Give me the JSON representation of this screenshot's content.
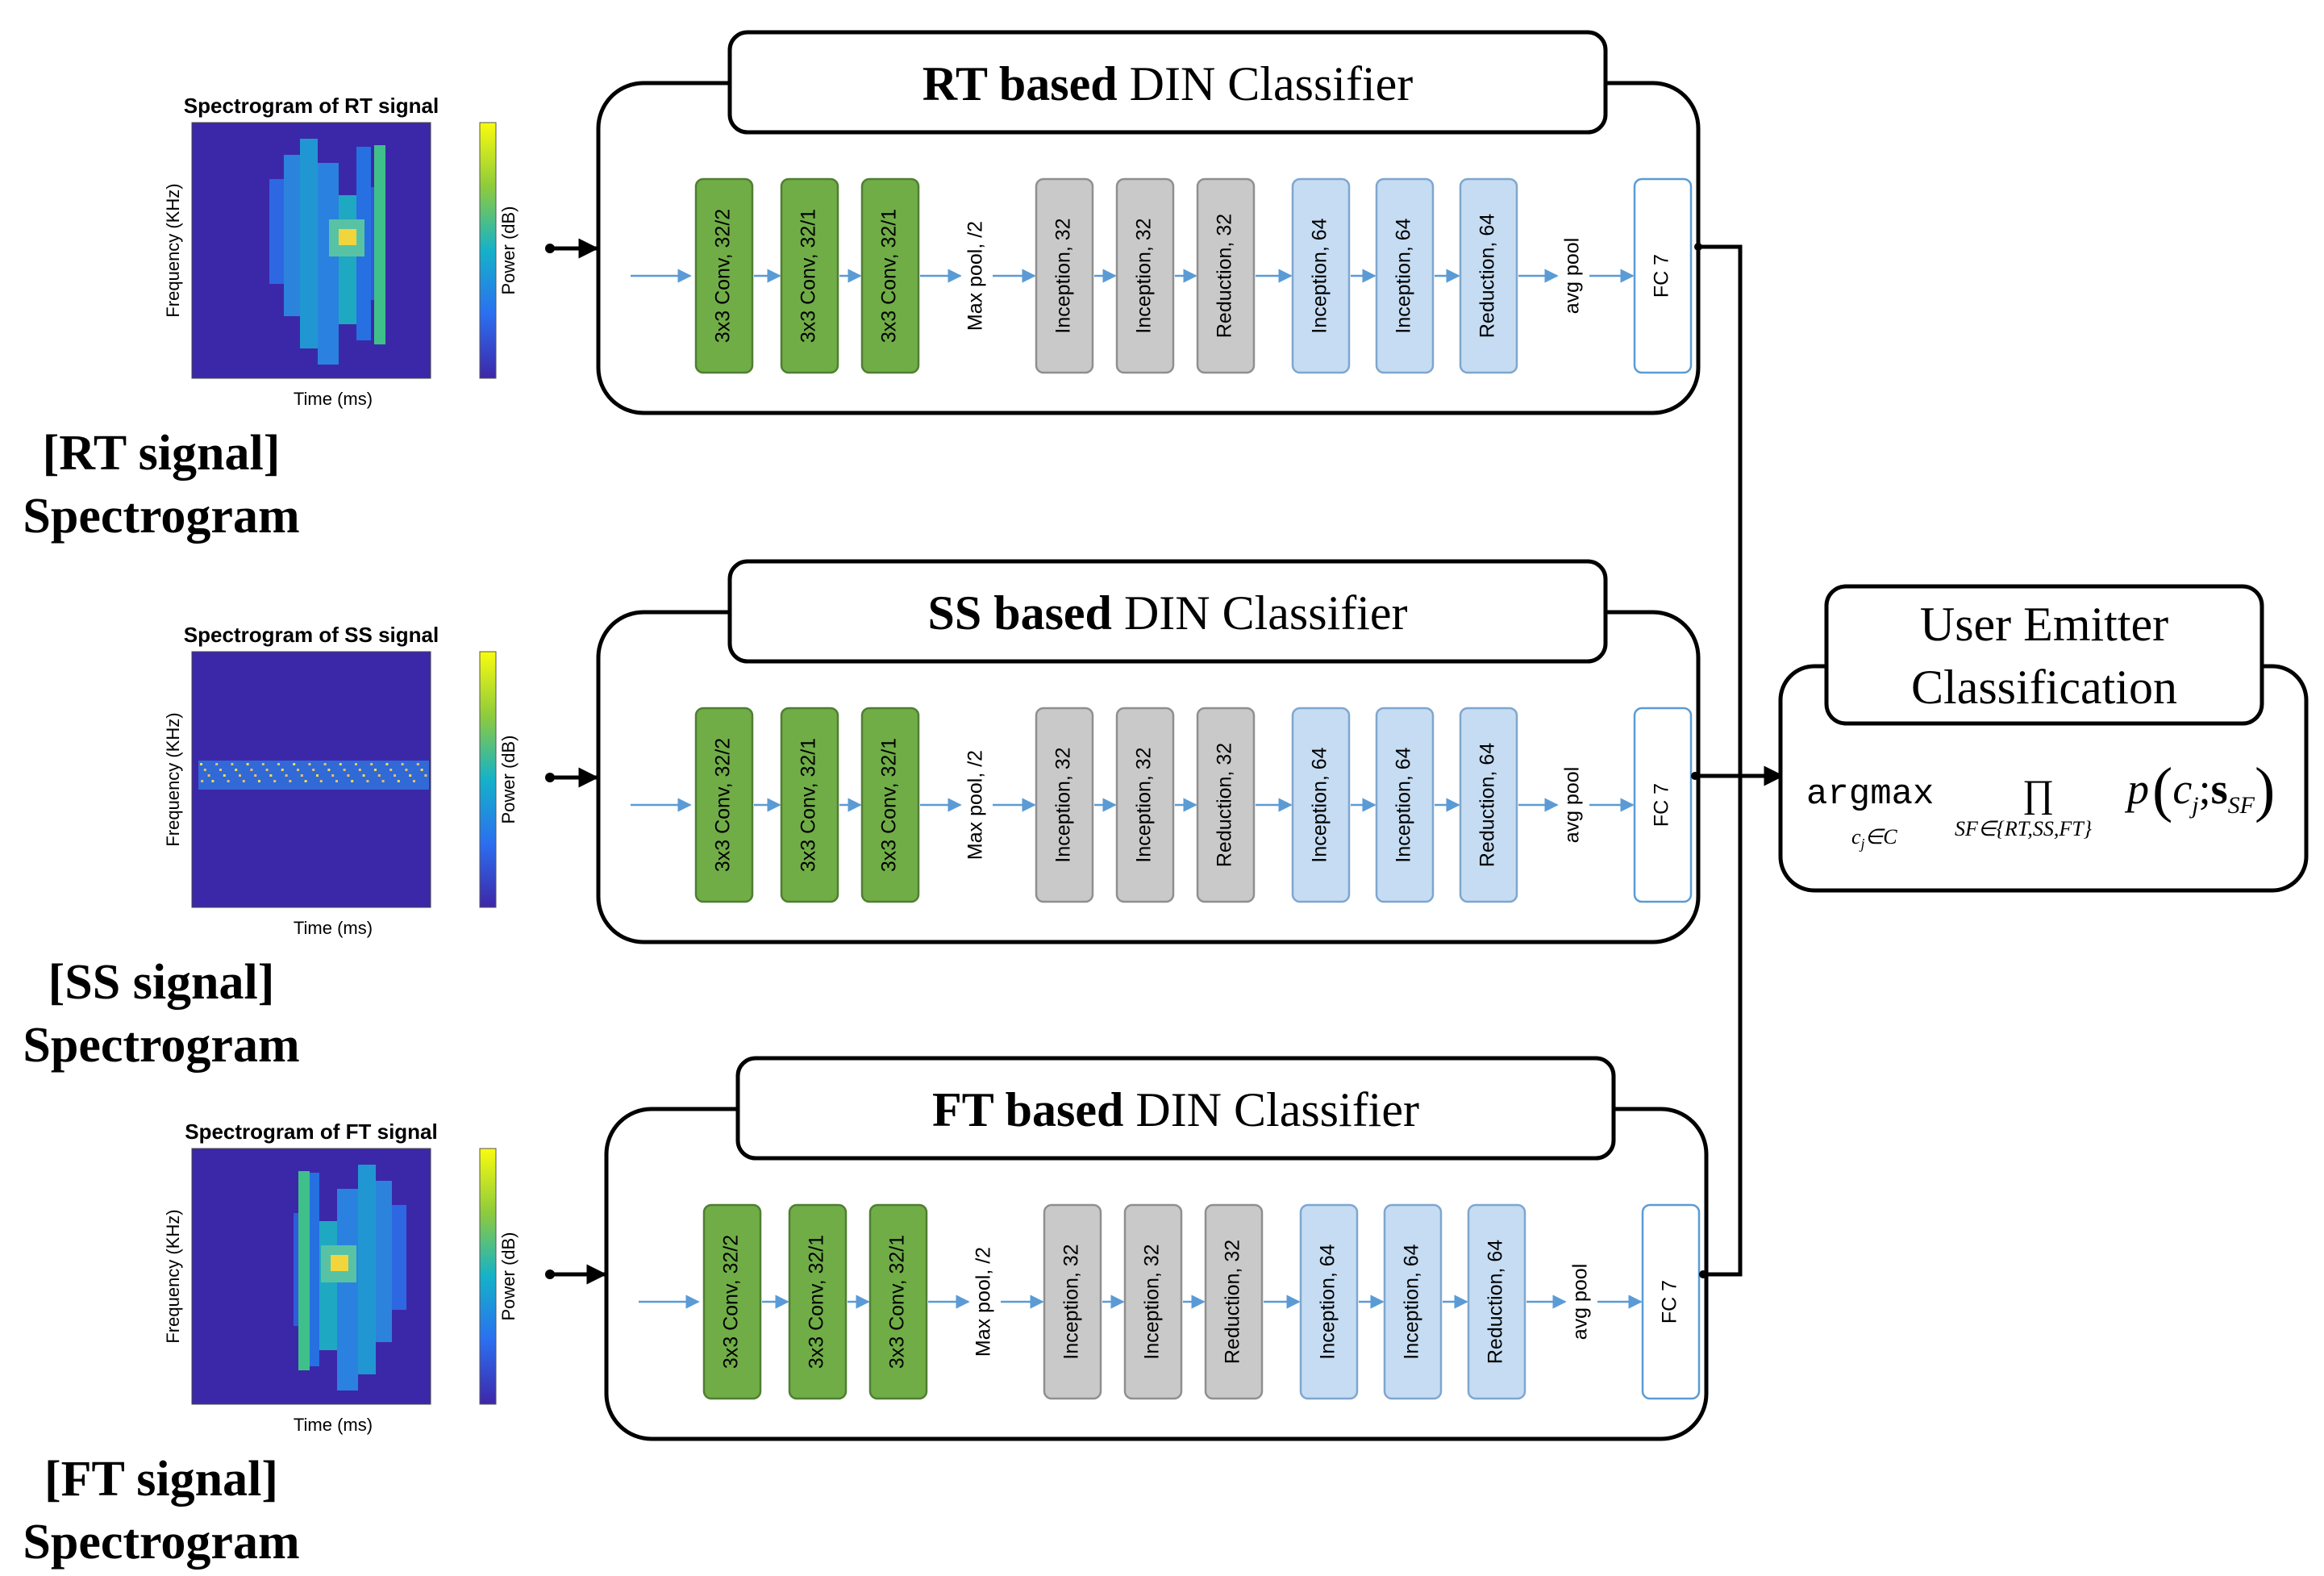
{
  "rows": [
    {
      "key": "rt",
      "spectrogram": {
        "title": "Spectrogram of RT signal",
        "ylabel": "Frequency (KHz)",
        "xlabel": "Time (ms)",
        "colorbar_label": "Power (dB)",
        "pattern": "rt"
      },
      "caption": {
        "line1": "[RT signal]",
        "line2": "Spectrogram"
      },
      "classifier": {
        "title_bold": "RT based",
        "title_rest": " DIN Classifier"
      }
    },
    {
      "key": "ss",
      "spectrogram": {
        "title": "Spectrogram of SS signal",
        "ylabel": "Frequency (KHz)",
        "xlabel": "Time (ms)",
        "colorbar_label": "Power (dB)",
        "pattern": "ss"
      },
      "caption": {
        "line1": "[SS signal]",
        "line2": "Spectrogram"
      },
      "classifier": {
        "title_bold": "SS based",
        "title_rest": " DIN Classifier"
      }
    },
    {
      "key": "ft",
      "spectrogram": {
        "title": "Spectrogram of FT signal",
        "ylabel": "Frequency (KHz)",
        "xlabel": "Time (ms)",
        "colorbar_label": "Power (dB)",
        "pattern": "ft"
      },
      "caption": {
        "line1": "[FT signal]",
        "line2": "Spectrogram"
      },
      "classifier": {
        "title_bold": "FT based",
        "title_rest": " DIN Classifier"
      }
    }
  ],
  "layers": [
    {
      "label": "3x3 Conv, 32/2",
      "kind": "conv"
    },
    {
      "label": "3x3 Conv, 32/1",
      "kind": "conv"
    },
    {
      "label": "3x3 Conv, 32/1",
      "kind": "conv"
    },
    {
      "label": "Max pool, /2",
      "kind": "text"
    },
    {
      "label": "Inception, 32",
      "kind": "gray"
    },
    {
      "label": "Inception, 32",
      "kind": "gray"
    },
    {
      "label": "Reduction, 32",
      "kind": "gray"
    },
    {
      "label": "Inception, 64",
      "kind": "blue"
    },
    {
      "label": "Inception, 64",
      "kind": "blue"
    },
    {
      "label": "Reduction, 64",
      "kind": "blue"
    },
    {
      "label": "avg pool",
      "kind": "text"
    },
    {
      "label": "FC 7",
      "kind": "fc"
    }
  ],
  "output": {
    "title_line1": "User Emitter",
    "title_line2": "Classification",
    "formula": {
      "op": "argmax",
      "op_sub": "c",
      "op_sub_index": "j",
      "op_sub_rest": "∈C",
      "prod": "∏",
      "prod_sub": "SF∈{RT,SS,FT}",
      "p": "p",
      "c": "c",
      "c_index": "j",
      "sep": ";",
      "s": "s",
      "s_sub": "SF"
    }
  },
  "colors": {
    "conv_fill": "#70ad47",
    "conv_stroke": "#507e32",
    "gray_fill": "#c9c9c9",
    "gray_stroke": "#8f8f8f",
    "blue_fill": "#c5dcf2",
    "blue_stroke": "#7fa6cf",
    "fc_stroke": "#5b9bd5",
    "flow_arrow": "#5b9bd5",
    "frame_stroke": "#000000",
    "spectro_bg": "#3b28a8"
  }
}
